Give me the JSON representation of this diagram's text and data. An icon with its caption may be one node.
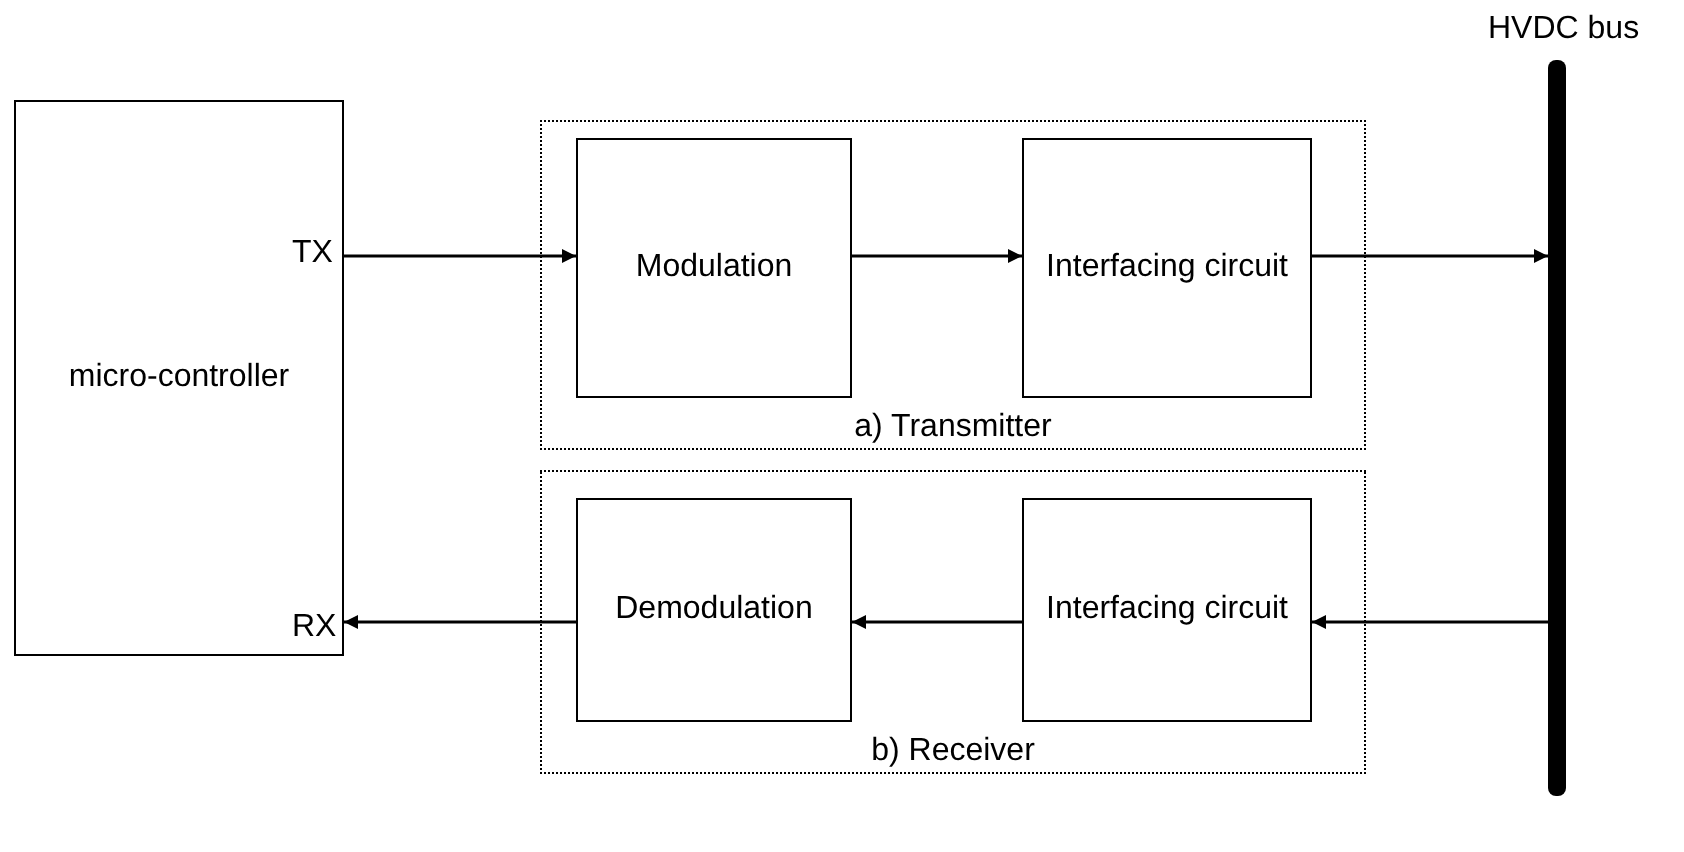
{
  "diagram": {
    "nodes": [
      {
        "text": [
          "micro-controller"
        ]
      },
      {
        "text": [
          "a) Transmitter"
        ]
      },
      {
        "text": [
          "Modulation"
        ],
        "in": 1
      },
      {
        "text": [
          "Interfacing circuit"
        ],
        "in": 1
      },
      {
        "text": [
          "b) Receiver"
        ]
      },
      {
        "text": [
          "Demodulation"
        ],
        "in": 4
      },
      {
        "text": [
          "Interfacing circuit"
        ],
        "in": 4
      },
      {
        "text": [],
        "shape": "bar",
        "beside": [
          "HVDC bus"
        ]
      }
    ],
    "edges": [
      {
        "from": 0,
        "to": 2,
        "arrow": "to"
      },
      {
        "from": 2,
        "to": 3,
        "arrow": "to"
      },
      {
        "from": 3,
        "to": 7,
        "arrow": "to"
      },
      {
        "from": 7,
        "to": 6,
        "arrow": "to"
      },
      {
        "from": 6,
        "to": 5,
        "arrow": "to"
      },
      {
        "from": 5,
        "to": 0,
        "arrow": "to"
      }
    ],
    "labels": [
      "TX",
      "RX"
    ]
  }
}
